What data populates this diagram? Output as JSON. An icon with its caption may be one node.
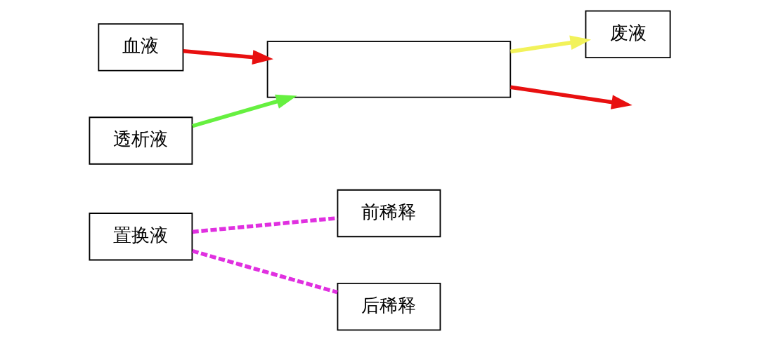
{
  "diagram": {
    "nodes": [
      {
        "text": [
          "置换液"
        ]
      },
      {
        "text": [
          "前稀释"
        ]
      },
      {
        "text": [
          "后稀释"
        ]
      },
      {
        "text": [
          "血液"
        ]
      },
      {
        "text": [],
        "shape": "box"
      },
      {
        "text": [
          "废液"
        ]
      },
      {
        "text": [
          "透析液"
        ]
      }
    ],
    "edges": [
      {
        "from": 3,
        "to": 4,
        "arrow": "to",
        "color": "#e81010"
      },
      {
        "from": 4,
        "to": null,
        "arrow": "to",
        "color": "#e81010"
      },
      {
        "from": 4,
        "to": 5,
        "arrow": "to",
        "color": "#f2f25a"
      },
      {
        "from": 6,
        "to": 4,
        "arrow": "to",
        "color": "#66f040"
      },
      {
        "from": 0,
        "to": 1,
        "arrow": "none",
        "style": "dashed",
        "color": "#e030e0"
      },
      {
        "from": 0,
        "to": 2,
        "arrow": "none",
        "style": "dashed",
        "color": "#e030e0"
      }
    ]
  }
}
